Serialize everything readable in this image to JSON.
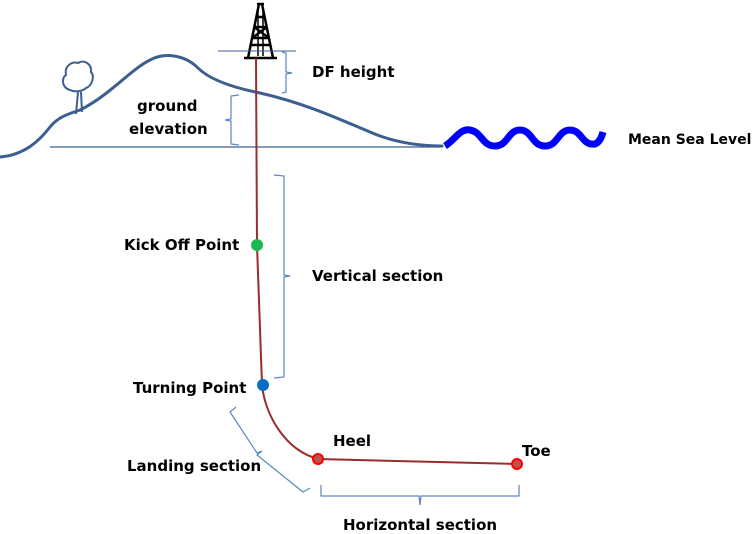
{
  "labels": {
    "df_height": "DF height",
    "ground_elevation_1": "ground",
    "ground_elevation_2": "elevation",
    "mean_sea_level": "Mean Sea Level",
    "kick_off_point": "Kick Off Point",
    "vertical_section": "Vertical section",
    "turning_point": "Turning Point",
    "landing_section": "Landing section",
    "heel": "Heel",
    "toe": "Toe",
    "horizontal_section": "Horizontal section"
  },
  "colors": {
    "terrain": "#3d5f8f",
    "water": "#0000ff",
    "well": "#9b2d2d",
    "bracket": "#5b86c0",
    "kick_off": "#1db954",
    "turning": "#0a6fc2",
    "heel_toe": "#e8262b"
  }
}
